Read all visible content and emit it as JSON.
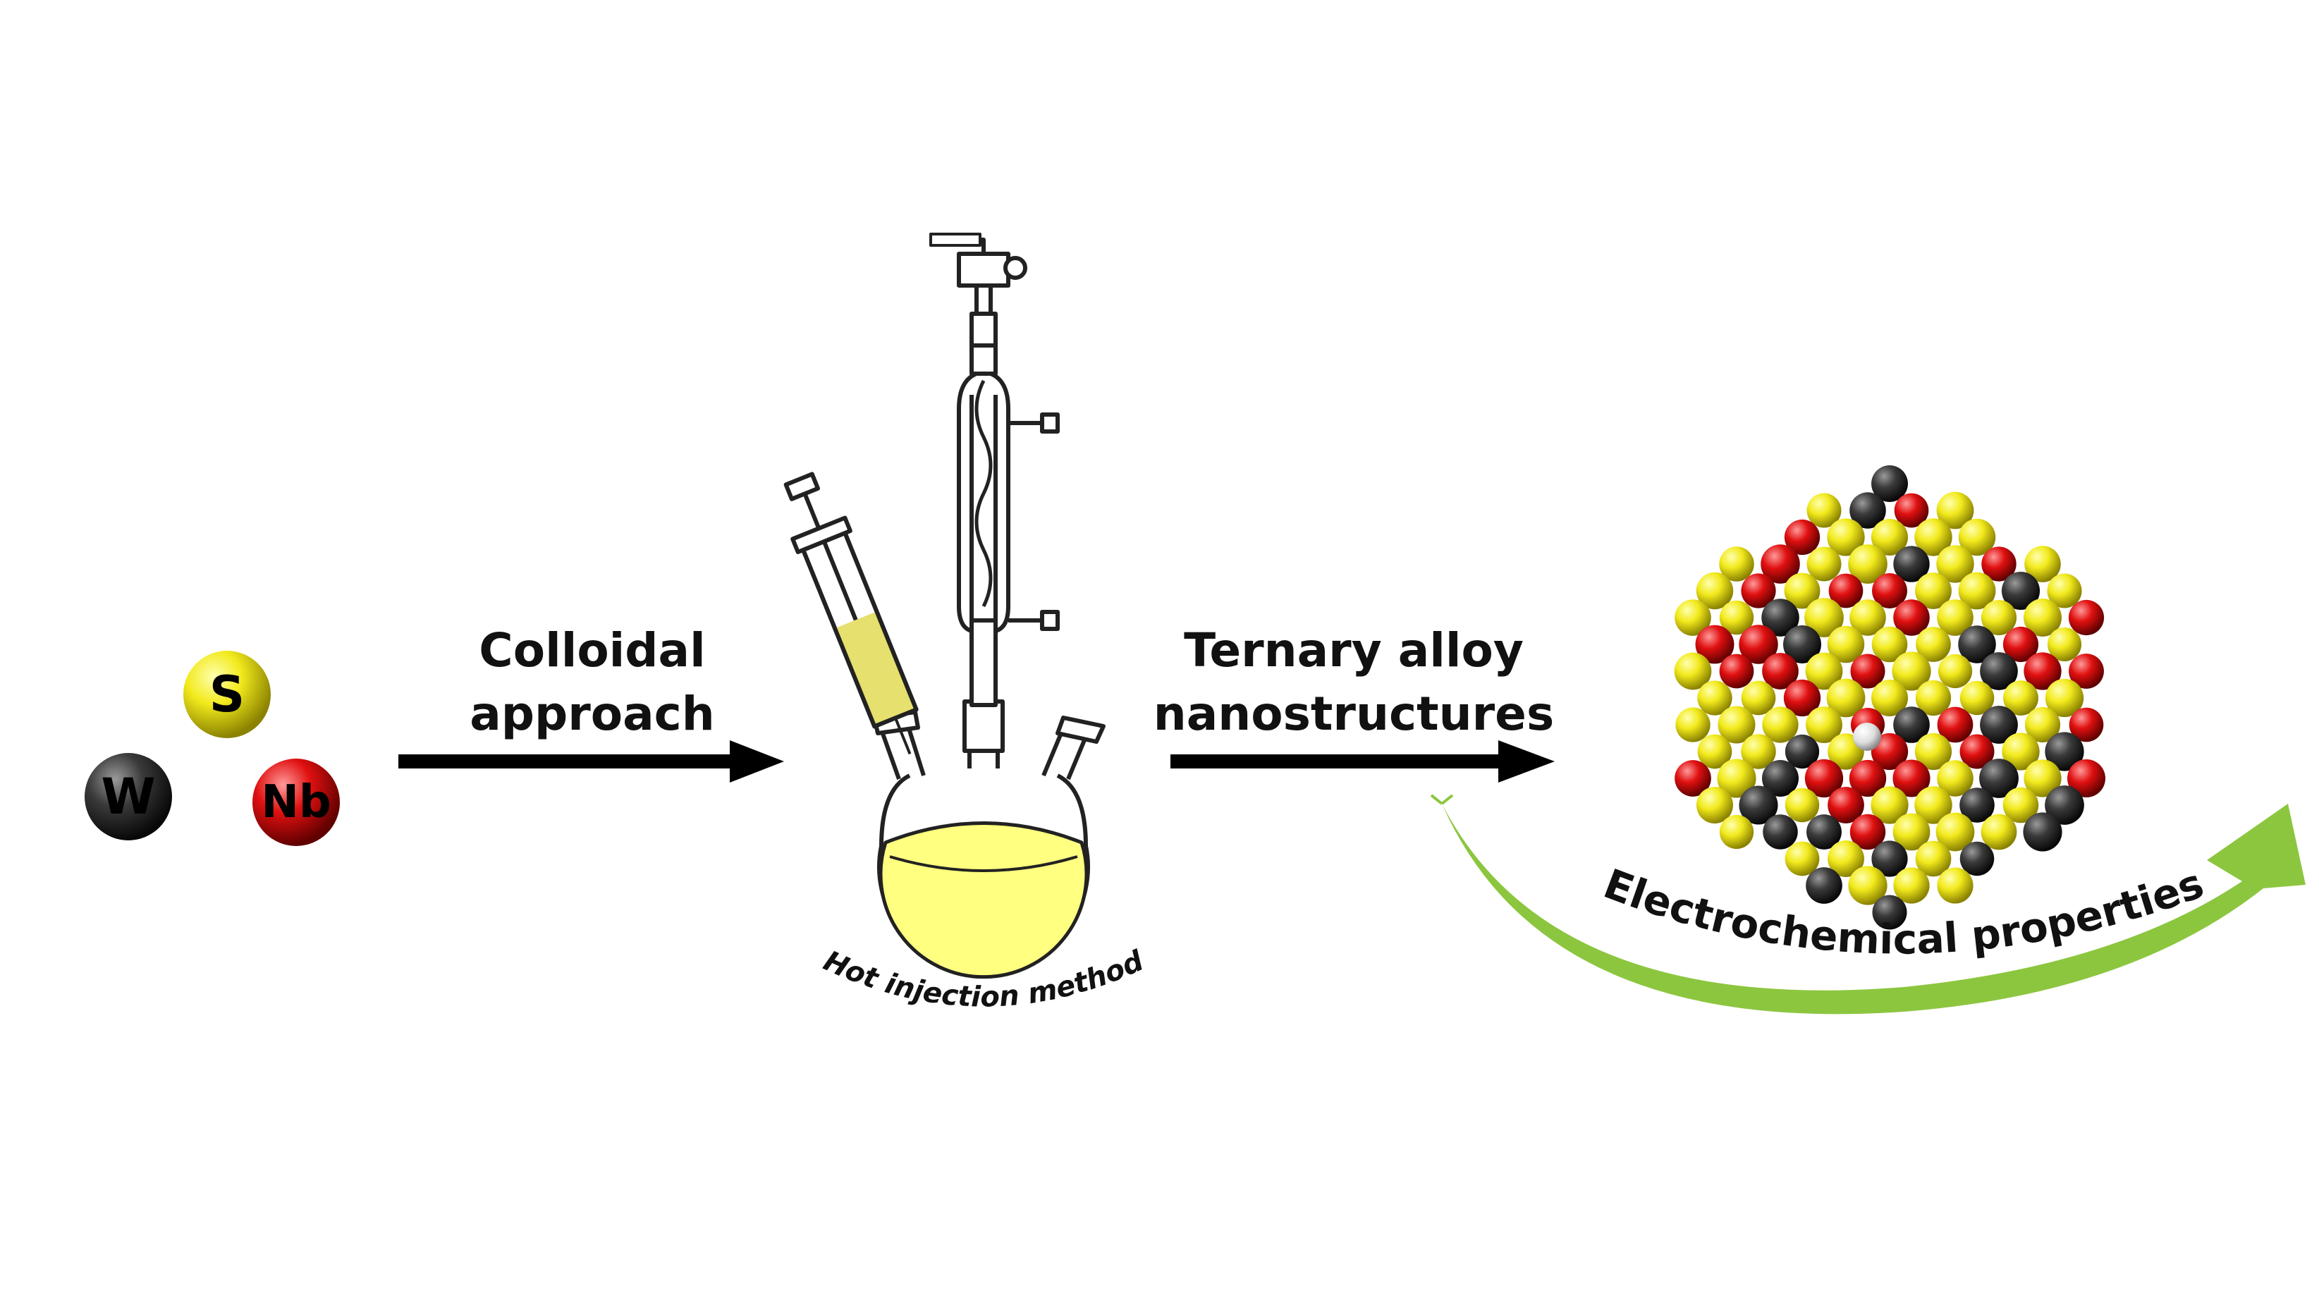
{
  "elements": [
    {
      "symbol": "S",
      "color": "#f2ea1c"
    },
    {
      "symbol": "W",
      "color": "#3a3a3a"
    },
    {
      "symbol": "Nb",
      "color": "#e01010"
    }
  ],
  "step1": {
    "line1": "Colloidal",
    "line2": "approach"
  },
  "apparatus": {
    "caption": "Hot injection method",
    "solution_color": "#ffff80"
  },
  "step2": {
    "line1": "Ternary alloy",
    "line2": "nanostructures"
  },
  "outcome": {
    "label": "Electrochemical properties",
    "arrow_color": "#8cc63f"
  },
  "colors": {
    "sulfur": "#f2ea1c",
    "tungsten": "#3a3a3a",
    "niobium": "#e01010"
  }
}
